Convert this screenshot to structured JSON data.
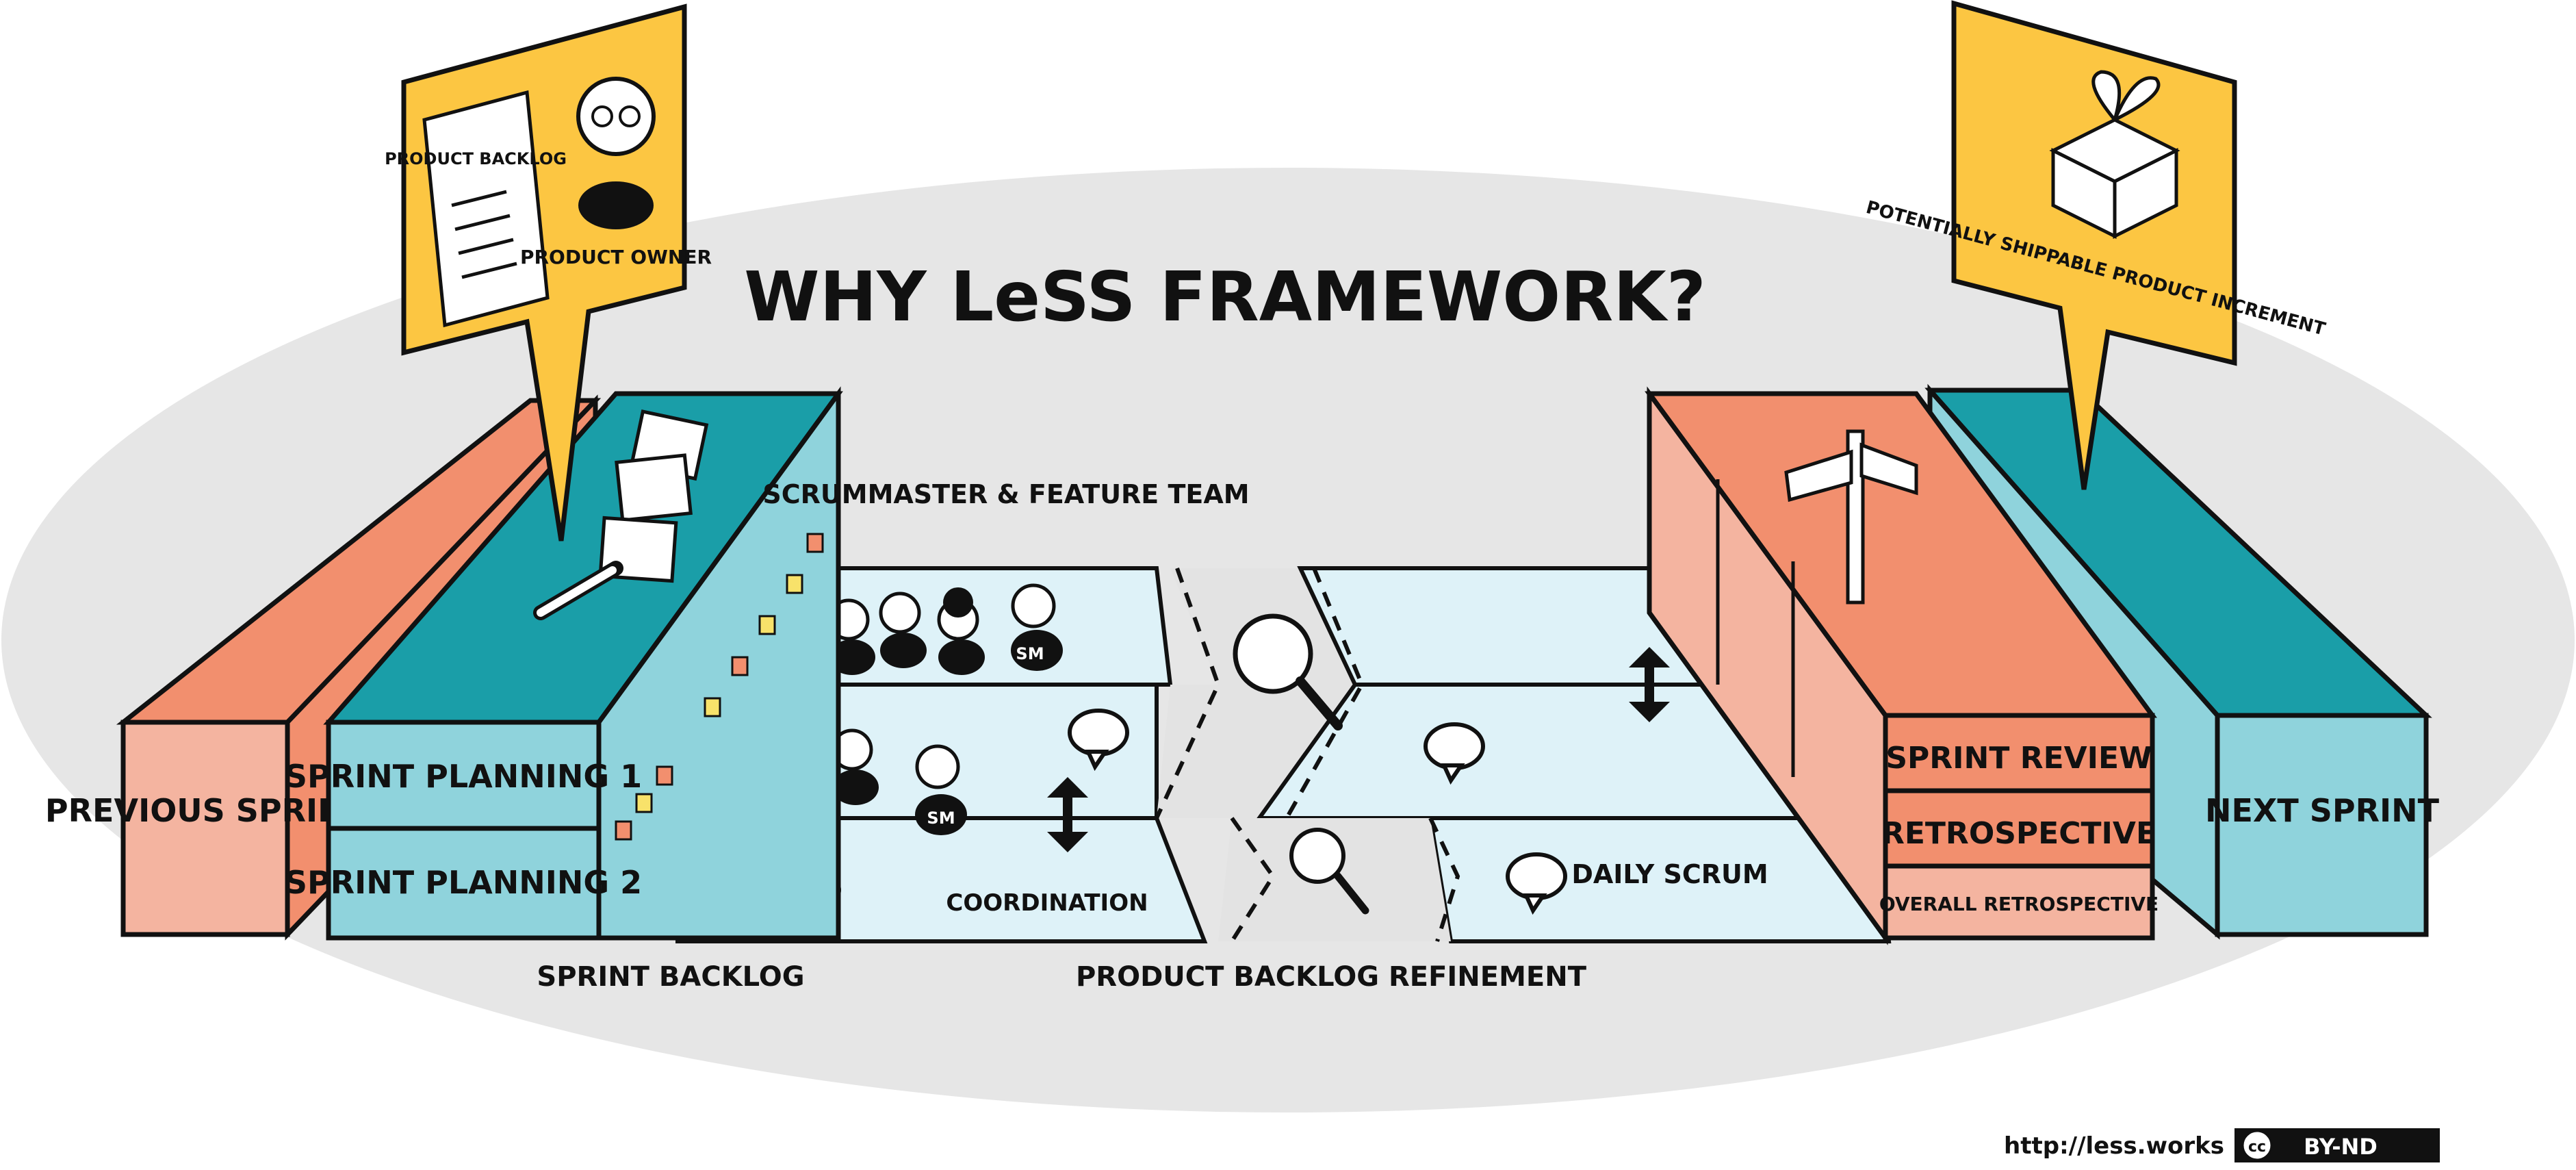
{
  "title": "WHY LeSS FRAMEWORK?",
  "labels": {
    "product_backlog_paper": "PRODUCT BACKLOG",
    "product_owner": "PRODUCT OWNER",
    "previous_sprint": "PREVIOUS SPRINT",
    "sprint_planning_1": "SPRINT PLANNING 1",
    "sprint_planning_2": "SPRINT PLANNING 2",
    "scrummaster_feature_team": "SCRUMMASTER & FEATURE TEAM",
    "coordination": "COORDINATION",
    "daily_scrum": "DAILY SCRUM",
    "sprint_backlog": "SPRINT BACKLOG",
    "product_backlog_refinement": "PRODUCT BACKLOG REFINEMENT",
    "sprint_review": "SPRINT REVIEW",
    "retrospective": "RETROSPECTIVE",
    "overall_retrospective": "OVERALL RETROSPECTIVE",
    "potentially_shippable": "POTENTIALLY SHIPPABLE PRODUCT INCREMENT",
    "next_sprint": "NEXT SPRINT",
    "sm_badge": "SM"
  },
  "footer": {
    "url": "http://less.works",
    "license": "BY-ND",
    "cc_mark": "cc"
  },
  "colors": {
    "salmon": "#f28f6e",
    "salmon_light": "#f4b4a0",
    "teal": "#1a9ea8",
    "teal_light": "#8fd3dc",
    "aqua_floor": "#def2f8",
    "yellow": "#fcc642",
    "ellipse": "#e6e6e6",
    "ink": "#111111"
  }
}
